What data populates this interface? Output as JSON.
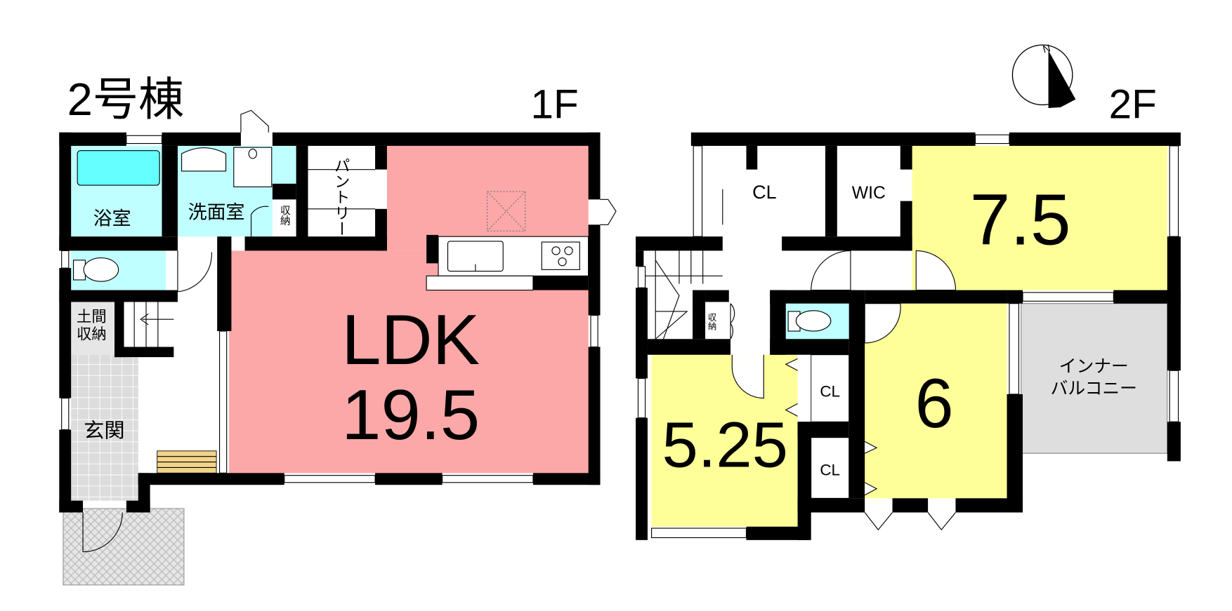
{
  "building": "2号棟",
  "colors": {
    "ldk": "#FCA8A8",
    "bedroom": "#FFFF99",
    "wet_area": "#BFFFFF",
    "balcony": "#DEDEDE",
    "entrance_tile": "#DCDCDC",
    "step": "#F2D38A",
    "wall": "#000000"
  },
  "floor1": {
    "label": "1F",
    "bath": "浴室",
    "washroom": "洗面室",
    "storage": "収納",
    "pantry": "パントリー",
    "ldk": "LDK",
    "ldk_size": "19.5",
    "doma_storage": [
      "土間",
      "収納"
    ],
    "entrance": "玄関"
  },
  "floor2": {
    "label": "2F",
    "closet_top": "CL",
    "wic": "WIC",
    "room_a": "7.5",
    "storage": "収納",
    "room_b": "5.25",
    "closet_mid": "CL",
    "closet_low": "CL",
    "room_c": "6",
    "balcony": [
      "インナー",
      "バルコニー"
    ]
  },
  "compass": {
    "north": "N"
  }
}
